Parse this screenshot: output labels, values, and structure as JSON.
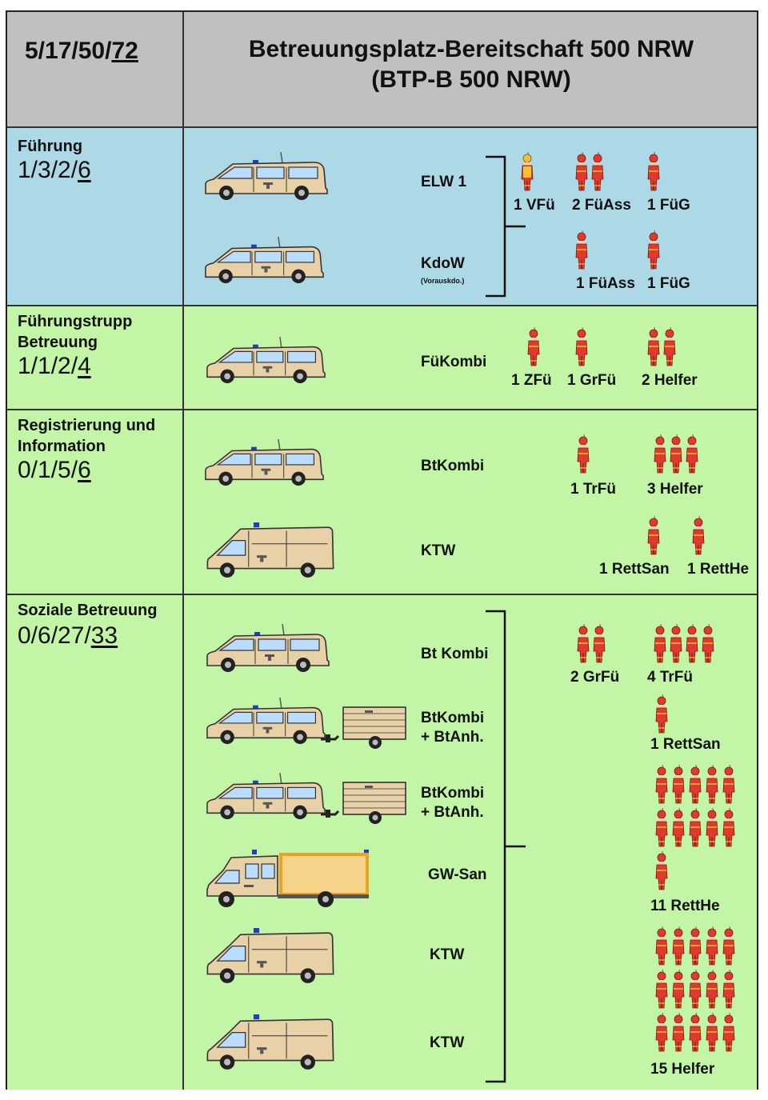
{
  "header": {
    "code_plain": "5/17/50/",
    "code_total": "72",
    "title_line1": "Betreuungsplatz-Bereitschaft 500 NRW",
    "title_line2": "(BTP-B 500 NRW)"
  },
  "colors": {
    "header_bg": "#c0c0c0",
    "fuehrung_bg": "#add8e6",
    "green_bg": "#c2f6a6",
    "vehicle_body": "#e8d1a6",
    "person_red": "#e03a2f",
    "person_helmet": "#f2c230",
    "box_orange": "#f0a020"
  },
  "sections": {
    "fuehrung": {
      "title": "Führung",
      "code_plain": "1/3/2/",
      "code_total": "6",
      "vehicles": [
        {
          "label": "ELW 1",
          "icon": "van-icon"
        },
        {
          "label": "KdoW",
          "sub": "(Vorauskdo.)",
          "icon": "van-icon"
        }
      ],
      "personnel": [
        "1 VFü",
        "2 FüAss",
        "1 FüG",
        "1 FüAss",
        "1 FüG"
      ]
    },
    "fuehrungstrupp": {
      "title1": "Führungstrupp",
      "title2": "Betreuung",
      "code_plain": "1/1/2/",
      "code_total": "4",
      "vehicles": [
        {
          "label": "FüKombi",
          "icon": "van-icon"
        }
      ],
      "personnel": [
        "1 ZFü",
        "1 GrFü",
        "2 Helfer"
      ]
    },
    "registrierung": {
      "title1": "Registrierung und",
      "title2": "Information",
      "code_plain": "0/1/5/",
      "code_total": "6",
      "vehicles": [
        {
          "label": "BtKombi",
          "icon": "van-icon"
        },
        {
          "label": "KTW",
          "icon": "ambulance-icon"
        }
      ],
      "personnel": [
        "1 TrFü",
        "3 Helfer",
        "1 RettSan",
        "1 RettHe"
      ]
    },
    "soziale": {
      "title": "Soziale Betreuung",
      "code_plain": "0/6/27/",
      "code_total": "33",
      "vehicles": [
        {
          "label": "Bt Kombi",
          "icon": "van-icon"
        },
        {
          "label": "BtKombi",
          "label2": "+ BtAnh.",
          "icon": "van-trailer-icon"
        },
        {
          "label": "BtKombi",
          "label2": "+ BtAnh.",
          "icon": "van-trailer-icon"
        },
        {
          "label": "GW-San",
          "icon": "truck-icon"
        },
        {
          "label": "KTW",
          "icon": "ambulance-icon"
        },
        {
          "label": "KTW",
          "icon": "ambulance-icon"
        }
      ],
      "personnel": [
        "2 GrFü",
        "4 TrFü",
        "1 RettSan",
        "11 RettHe",
        "15 Helfer"
      ]
    }
  }
}
